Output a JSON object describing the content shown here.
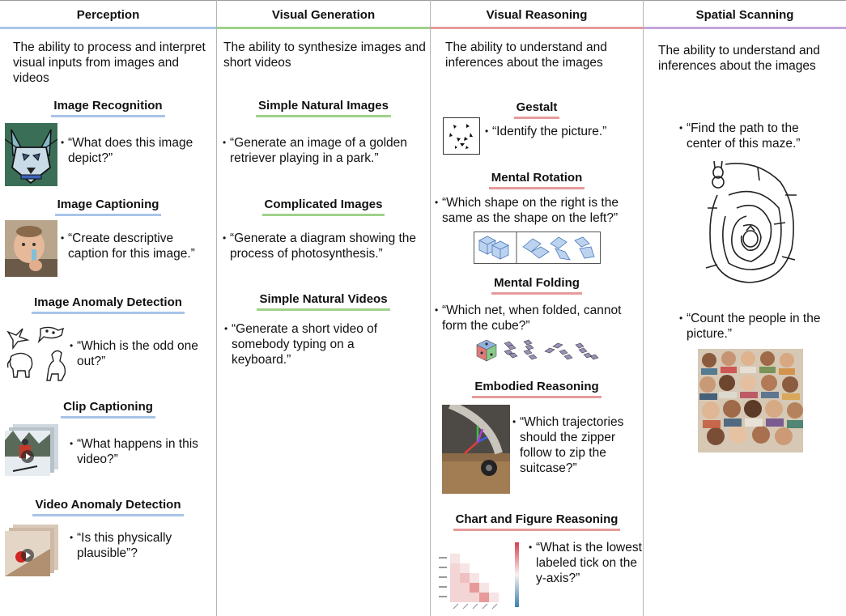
{
  "columns": [
    {
      "title": "Perception",
      "color": "#a9c4e8"
    },
    {
      "title": "Visual Generation",
      "color": "#9fd18a"
    },
    {
      "title": "Visual Reasoning",
      "color": "#e79a9a"
    },
    {
      "title": "Spatial Scanning",
      "color": "#c4a6dd"
    }
  ],
  "perception": {
    "desc": "The ability to process and interpret visual inputs from images and videos",
    "items": [
      {
        "title": "Image Recognition",
        "prompt": "“What does this image depict?”"
      },
      {
        "title": "Image Captioning",
        "prompt": "“Create descriptive caption for this image.”"
      },
      {
        "title": "Image Anomaly Detection",
        "prompt": "“Which is the odd one out?”"
      },
      {
        "title": "Clip Captioning",
        "prompt": "“What happens in this video?”"
      },
      {
        "title": "Video Anomaly Detection",
        "prompt": "“Is this physically plausible”?"
      }
    ]
  },
  "generation": {
    "desc": "The ability to synthesize images and short videos",
    "items": [
      {
        "title": "Simple Natural Images",
        "prompt": "“Generate an image of a golden retriever playing in a park.”"
      },
      {
        "title": "Complicated Images",
        "prompt": "“Generate a diagram showing the process of photosynthesis.”"
      },
      {
        "title": "Simple Natural Videos",
        "prompt": "“Generate a short video of somebody typing on a keyboard.”"
      }
    ]
  },
  "reasoning": {
    "desc": "The ability to understand and inferences about the images",
    "items": [
      {
        "title": "Gestalt",
        "prompt": "“Identify the picture.”"
      },
      {
        "title": "Mental Rotation",
        "prompt": "“Which shape on the right is the same as the shape on the left?”"
      },
      {
        "title": "Mental Folding",
        "prompt": "“Which net, when folded, cannot form the cube?”"
      },
      {
        "title": "Embodied Reasoning",
        "prompt": "“Which trajectories should the zipper follow to zip the suitcase?”"
      },
      {
        "title": "Chart and Figure Reasoning",
        "prompt": "“What is the lowest labeled tick on the y-axis?”"
      }
    ]
  },
  "scanning": {
    "desc": "The ability to understand and inferences about the images",
    "items": [
      {
        "prompt": "“Find the path to the center of this maze.”"
      },
      {
        "prompt": "“Count the people in the picture.”"
      }
    ]
  }
}
